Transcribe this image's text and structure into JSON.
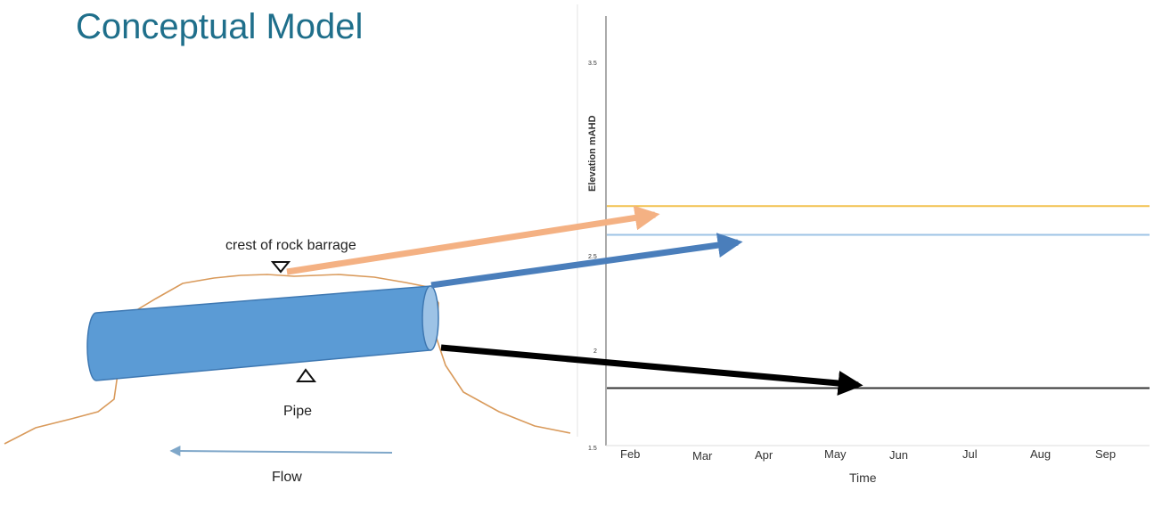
{
  "title": "Conceptual Model",
  "diagram": {
    "labels": {
      "crest": "crest of rock barrage",
      "pipe": "Pipe",
      "flow": "Flow"
    },
    "colors": {
      "title": "#1f6f8b",
      "pipe_body": "#5b9bd5",
      "pipe_end": "#9dc3e6",
      "ground": "#d99a5b",
      "crest_arrow": "#f4b183",
      "pipe_arrow": "#4a7ebb",
      "invert_arrow": "#000000",
      "flow_arrow": "#7fa7c9"
    }
  },
  "chart_data": {
    "type": "line",
    "xlabel": "Time",
    "ylabel": "Elevation mAHD",
    "x_ticks": [
      "Feb",
      "Mar",
      "Apr",
      "May",
      "Jun",
      "Jul",
      "Aug",
      "Sep"
    ],
    "y_ticks": [
      "3.5",
      "2.5",
      "2",
      "1.5"
    ],
    "ylim": [
      1.5,
      3.5
    ],
    "series": [
      {
        "color": "#f2c14e",
        "values": [
          2.75,
          2.75,
          2.75,
          2.75,
          2.75,
          2.75,
          2.75,
          2.75
        ]
      },
      {
        "color": "#9dc3e6",
        "values": [
          2.6,
          2.6,
          2.6,
          2.6,
          2.6,
          2.6,
          2.6,
          2.6
        ]
      },
      {
        "color": "#333333",
        "values": [
          1.8,
          1.8,
          1.8,
          1.8,
          1.8,
          1.8,
          1.8,
          1.8
        ]
      }
    ],
    "grid": false
  }
}
